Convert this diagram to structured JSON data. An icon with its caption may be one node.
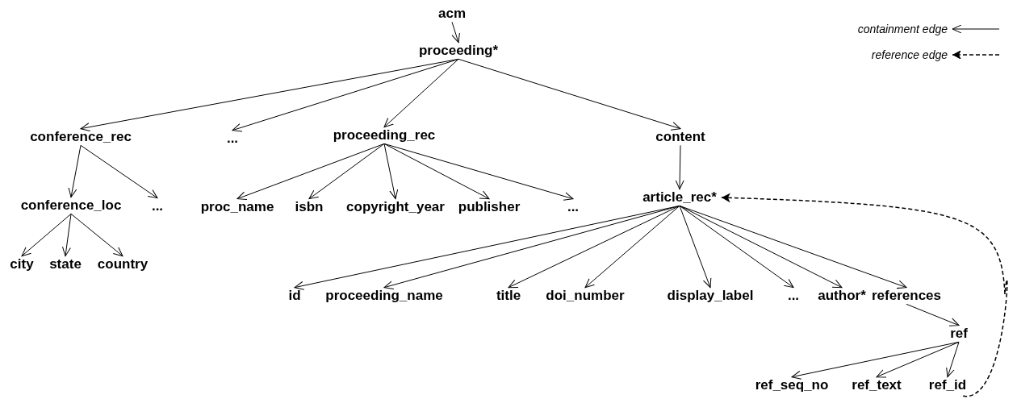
{
  "diagram": {
    "nodes": [
      {
        "text": [
          "acm"
        ]
      },
      {
        "text": [
          "proceeding*"
        ]
      },
      {
        "text": [
          "conference_rec"
        ]
      },
      {
        "text": [
          "..."
        ]
      },
      {
        "text": [
          "proceeding_rec"
        ]
      },
      {
        "text": [
          "content"
        ]
      },
      {
        "text": [
          "conference_loc"
        ]
      },
      {
        "text": [
          "..."
        ]
      },
      {
        "text": [
          "proc_name"
        ]
      },
      {
        "text": [
          "isbn"
        ]
      },
      {
        "text": [
          "copyright_year"
        ]
      },
      {
        "text": [
          "publisher"
        ]
      },
      {
        "text": [
          "..."
        ]
      },
      {
        "text": [
          "article_rec*"
        ]
      },
      {
        "text": [
          "city"
        ]
      },
      {
        "text": [
          "state"
        ]
      },
      {
        "text": [
          "country"
        ]
      },
      {
        "text": [
          "id"
        ]
      },
      {
        "text": [
          "proceeding_name"
        ]
      },
      {
        "text": [
          "title"
        ]
      },
      {
        "text": [
          "doi_number"
        ]
      },
      {
        "text": [
          "display_label"
        ]
      },
      {
        "text": [
          "..."
        ]
      },
      {
        "text": [
          "author*"
        ]
      },
      {
        "text": [
          "references"
        ]
      },
      {
        "text": [
          "ref"
        ]
      },
      {
        "text": [
          "ref_seq_no"
        ]
      },
      {
        "text": [
          "ref_text"
        ]
      },
      {
        "text": [
          "ref_id"
        ]
      }
    ],
    "edges": [
      {
        "from": 0,
        "to": 1,
        "arrow": "to"
      },
      {
        "from": 1,
        "to": 2,
        "arrow": "to"
      },
      {
        "from": 1,
        "to": 3,
        "arrow": "to"
      },
      {
        "from": 1,
        "to": 4,
        "arrow": "to"
      },
      {
        "from": 1,
        "to": 5,
        "arrow": "to"
      },
      {
        "from": 2,
        "to": 6,
        "arrow": "to"
      },
      {
        "from": 2,
        "to": 7,
        "arrow": "to"
      },
      {
        "from": 4,
        "to": 8,
        "arrow": "to"
      },
      {
        "from": 4,
        "to": 9,
        "arrow": "to"
      },
      {
        "from": 4,
        "to": 10,
        "arrow": "to"
      },
      {
        "from": 4,
        "to": 11,
        "arrow": "to"
      },
      {
        "from": 4,
        "to": 12,
        "arrow": "to"
      },
      {
        "from": 5,
        "to": 13,
        "arrow": "to"
      },
      {
        "from": 6,
        "to": 14,
        "arrow": "to"
      },
      {
        "from": 6,
        "to": 15,
        "arrow": "to"
      },
      {
        "from": 6,
        "to": 16,
        "arrow": "to"
      },
      {
        "from": 13,
        "to": 17,
        "arrow": "to"
      },
      {
        "from": 13,
        "to": 18,
        "arrow": "to"
      },
      {
        "from": 13,
        "to": 19,
        "arrow": "to"
      },
      {
        "from": 13,
        "to": 20,
        "arrow": "to"
      },
      {
        "from": 13,
        "to": 21,
        "arrow": "to"
      },
      {
        "from": 13,
        "to": 22,
        "arrow": "to"
      },
      {
        "from": 13,
        "to": 23,
        "arrow": "to"
      },
      {
        "from": 13,
        "to": 24,
        "arrow": "to"
      },
      {
        "from": 24,
        "to": 25,
        "arrow": "to"
      },
      {
        "from": 25,
        "to": 26,
        "arrow": "to"
      },
      {
        "from": 25,
        "to": 27,
        "arrow": "to"
      },
      {
        "from": 25,
        "to": 28,
        "arrow": "to"
      },
      {
        "from": 28,
        "to": 13,
        "arrow": "to",
        "style": "dashed"
      }
    ],
    "legend": [
      {
        "text": "containment edge"
      },
      {
        "text": "reference edge"
      }
    ]
  }
}
